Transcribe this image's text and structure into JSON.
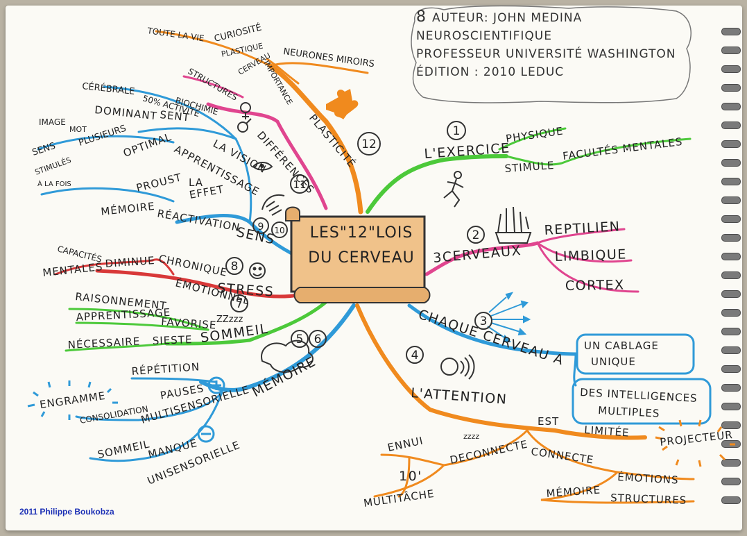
{
  "center": {
    "line1": "LES\"12\"LOIS",
    "line2": "DU CERVEAU"
  },
  "info": {
    "number": "8",
    "author": "AUTEUR: JOHN MEDINA",
    "job1": "NEUROSCIENTIFIQUE",
    "job2": "PROFESSEUR UNIVERSITÉ WASHINGTON",
    "edition": "ÉDITION : 2010 LEDUC"
  },
  "copyright": "2011 Philippe Boukobza",
  "colors": {
    "green": "#4cc93a",
    "pink": "#e0458f",
    "blue": "#2f9ad8",
    "orange": "#f08a1e",
    "red": "#d83838",
    "scroll": "#f0c28a"
  },
  "branches": {
    "b1": {
      "num": "1",
      "title": "L'EXERCICE",
      "physique": "PHYSIQUE",
      "stimule": "STIMULE",
      "facultes": "FACULTÉS MENTALES"
    },
    "b2": {
      "num": "2",
      "title": "3CERVEAUX",
      "reptilien": "REPTILIEN",
      "limbique": "LIMBIQUE",
      "cortex": "CORTEX"
    },
    "b3": {
      "num": "3",
      "title": "CHAQUE CERVEAU A",
      "cablage1": "UN CABLAGE",
      "cablage2": "UNIQUE",
      "intel1": "DES INTELLIGENCES",
      "intel2": "MULTIPLES"
    },
    "b4": {
      "num": "4",
      "title": "L'ATTENTION",
      "est": "EST",
      "limitee": "LIMITÉE",
      "projecteur": "PROJECTEUR",
      "ennui": "ENNUI",
      "zzz": "zzzz",
      "deconnecte": "DECONNECTE",
      "connecte": "CONNECTE",
      "emotions": "ÉMOTIONS",
      "memoire": "MÉMOIRE",
      "structures": "STRUCTURES",
      "dix": "10'",
      "multitache": "MULTITÂCHE"
    },
    "b56": {
      "num5": "5",
      "num6": "6",
      "title": "MÉMOIRE",
      "repetition": "RÉPÉTITION",
      "pauses": "PAUSES",
      "multisens": "MULTISENSORIELLE",
      "consolidation": "CONSOLIDATION",
      "engramme": "ENGRAMME",
      "sommeil": "SOMMEIL",
      "manque": "MANQUE",
      "unisens": "UNISENSORIELLE"
    },
    "b7": {
      "num": "7",
      "title": "SOMMEIL",
      "zzz": "ZZzzz",
      "raisonnement": "RAISONNEMENT",
      "apprentissage": "APPRENTISSAGE",
      "favorise": "FAVORISE",
      "necessaire": "NÉCESSAIRE",
      "sieste": "SIESTE"
    },
    "b8": {
      "num": "8",
      "title": "STRESS",
      "chronique": "CHRONIQUE",
      "emotionnel": "ÉMOTIONNEL",
      "diminue": "DIMINUE",
      "capacites": "CAPACITÉS",
      "mentales": "MENTALES"
    },
    "b910": {
      "num9": "9",
      "num10": "10",
      "title": "SENS",
      "vision": "LA VISION",
      "memoire": "MÉMOIRE",
      "reactivation": "RÉACTIVATION",
      "proust": "PROUST",
      "effet": "EFFET",
      "la": "LA",
      "apprentissage": "APPRENTISSAGE",
      "optimal": "OPTIMAL",
      "plusieurs": "PLUSIEURS",
      "sens": "SENS",
      "stimules": "STIMULÉS",
      "alafois": "À LA FOIS",
      "image": "IMAGE",
      "mot": "MOT",
      "dominant": "DOMINANT",
      "sent": "SENT",
      "cerebrale": "CÉRÉBRALE",
      "activite": "50% ACTIVITÉ"
    },
    "b11": {
      "num": "11",
      "title": "DIFFÉRENCES",
      "biochimie": "BIOCHIMIE",
      "structures": "STRUCTURES"
    },
    "b12": {
      "num": "12",
      "title": "PLASTICITÉ",
      "toute": "TOUTE LA VIE",
      "curiosite": "CURIOSITÉ",
      "neurones": "NEURONES MIROIRS",
      "importance": "IMPORTANCE",
      "plastique": "PLASTIQUE",
      "cerveau": "CERVEAU"
    }
  }
}
